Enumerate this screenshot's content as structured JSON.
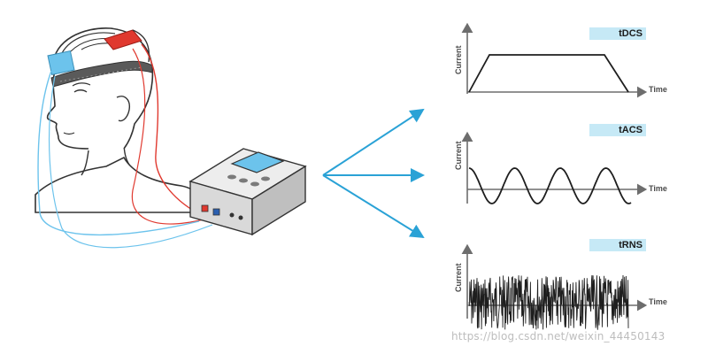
{
  "panels": [
    {
      "id": "tdcs",
      "tag": "tDCS",
      "x_label": "Time",
      "y_label": "Current",
      "waveform": "trapezoid"
    },
    {
      "id": "tacs",
      "tag": "tACS",
      "x_label": "Time",
      "y_label": "Current",
      "waveform": "sine"
    },
    {
      "id": "trns",
      "tag": "tRNS",
      "x_label": "Time",
      "y_label": "Current",
      "waveform": "random-noise"
    }
  ],
  "watermark": "https://blog.csdn.net/weixin_44450143",
  "colors": {
    "arrow": "#2aa2d6",
    "tag_fill": "#c6e9f6",
    "electrode_anode": "#e0392f",
    "electrode_cathode": "#6cc3ec",
    "axis": "#6d6d6d",
    "wave": "#1e1e1e"
  },
  "icons": [
    "head-with-headband-illustration",
    "stimulator-device-icon"
  ]
}
